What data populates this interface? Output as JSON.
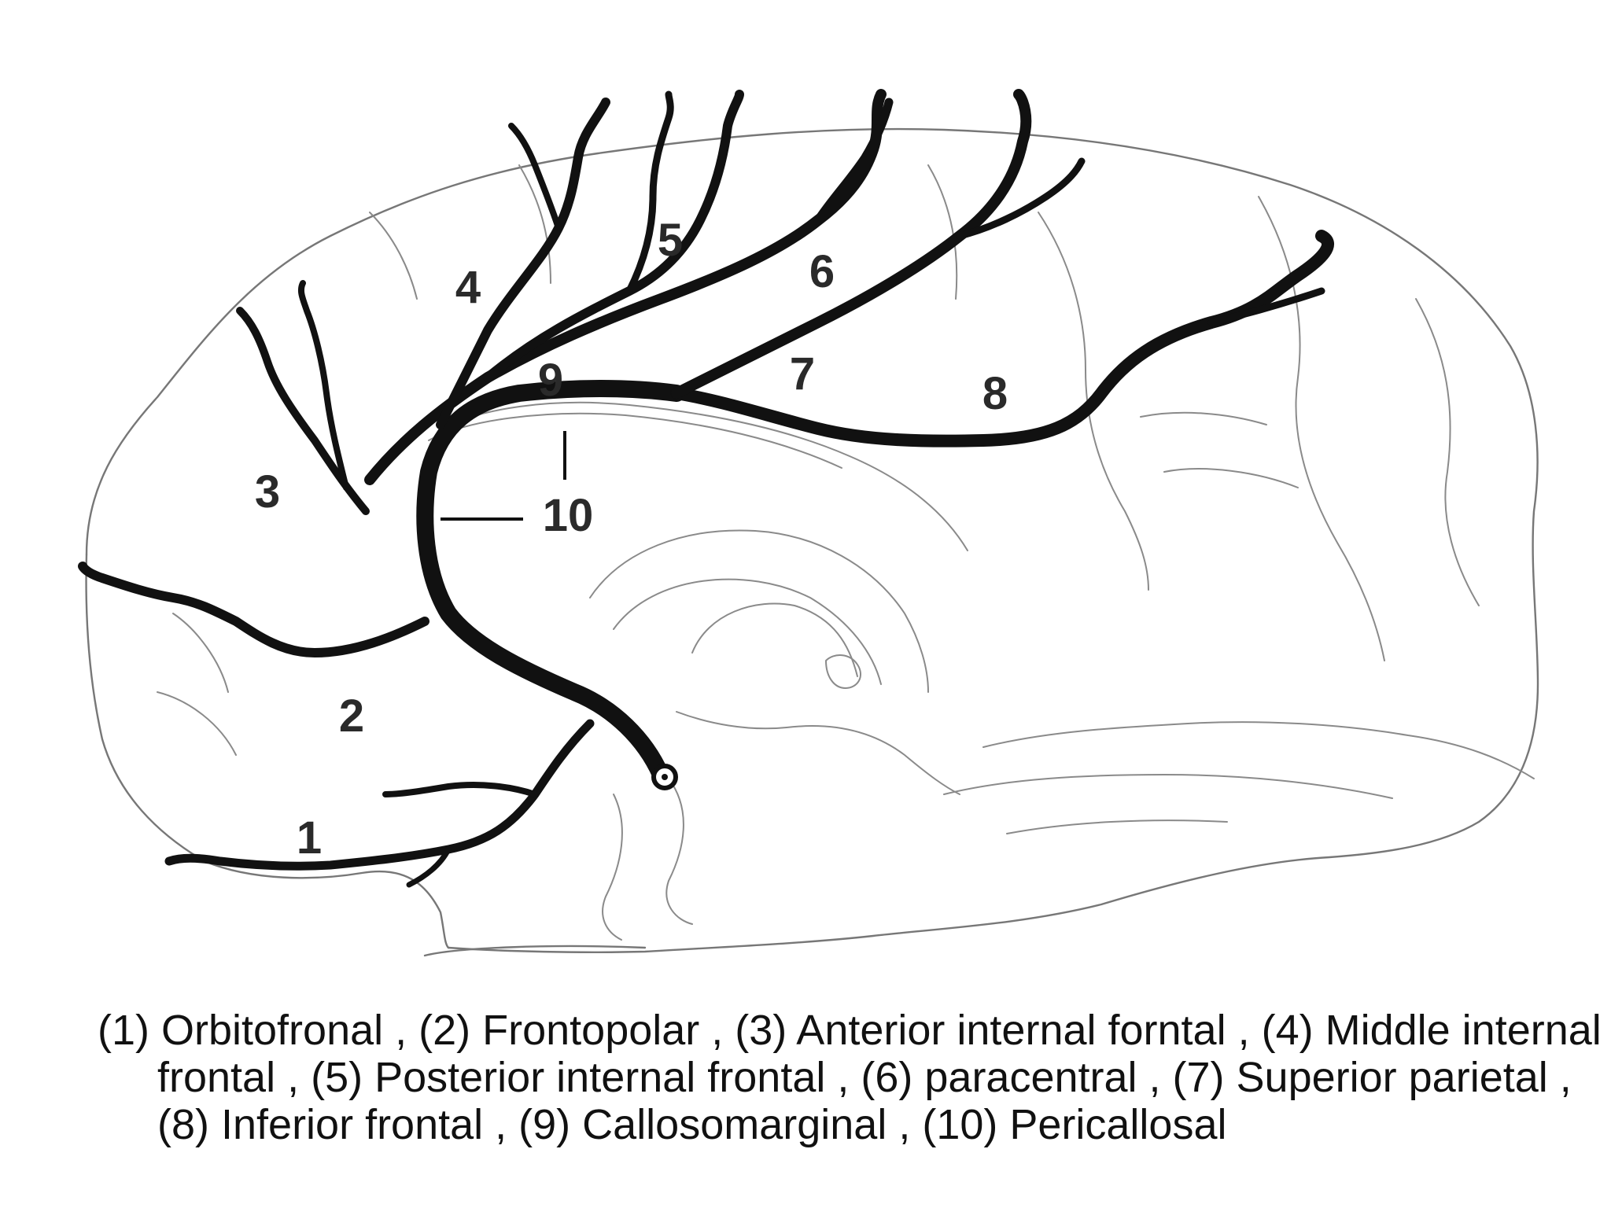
{
  "labels": {
    "l1": "1",
    "l2": "2",
    "l3": "3",
    "l4": "4",
    "l5": "5",
    "l6": "6",
    "l7": "7",
    "l8": "8",
    "l9": "9",
    "l10": "10"
  },
  "caption": "(1) Orbitofronal , (2) Frontopolar , (3) Anterior internal forntal , (4) Middle internal frontal , (5) Posterior internal frontal , (6) paracentral , (7) Superior parietal , (8) Inferior frontal , (9) Callosomarginal , (10) Pericallosal",
  "colors": {
    "artery": "#111111",
    "outline": "#777777",
    "background": "#ffffff"
  }
}
